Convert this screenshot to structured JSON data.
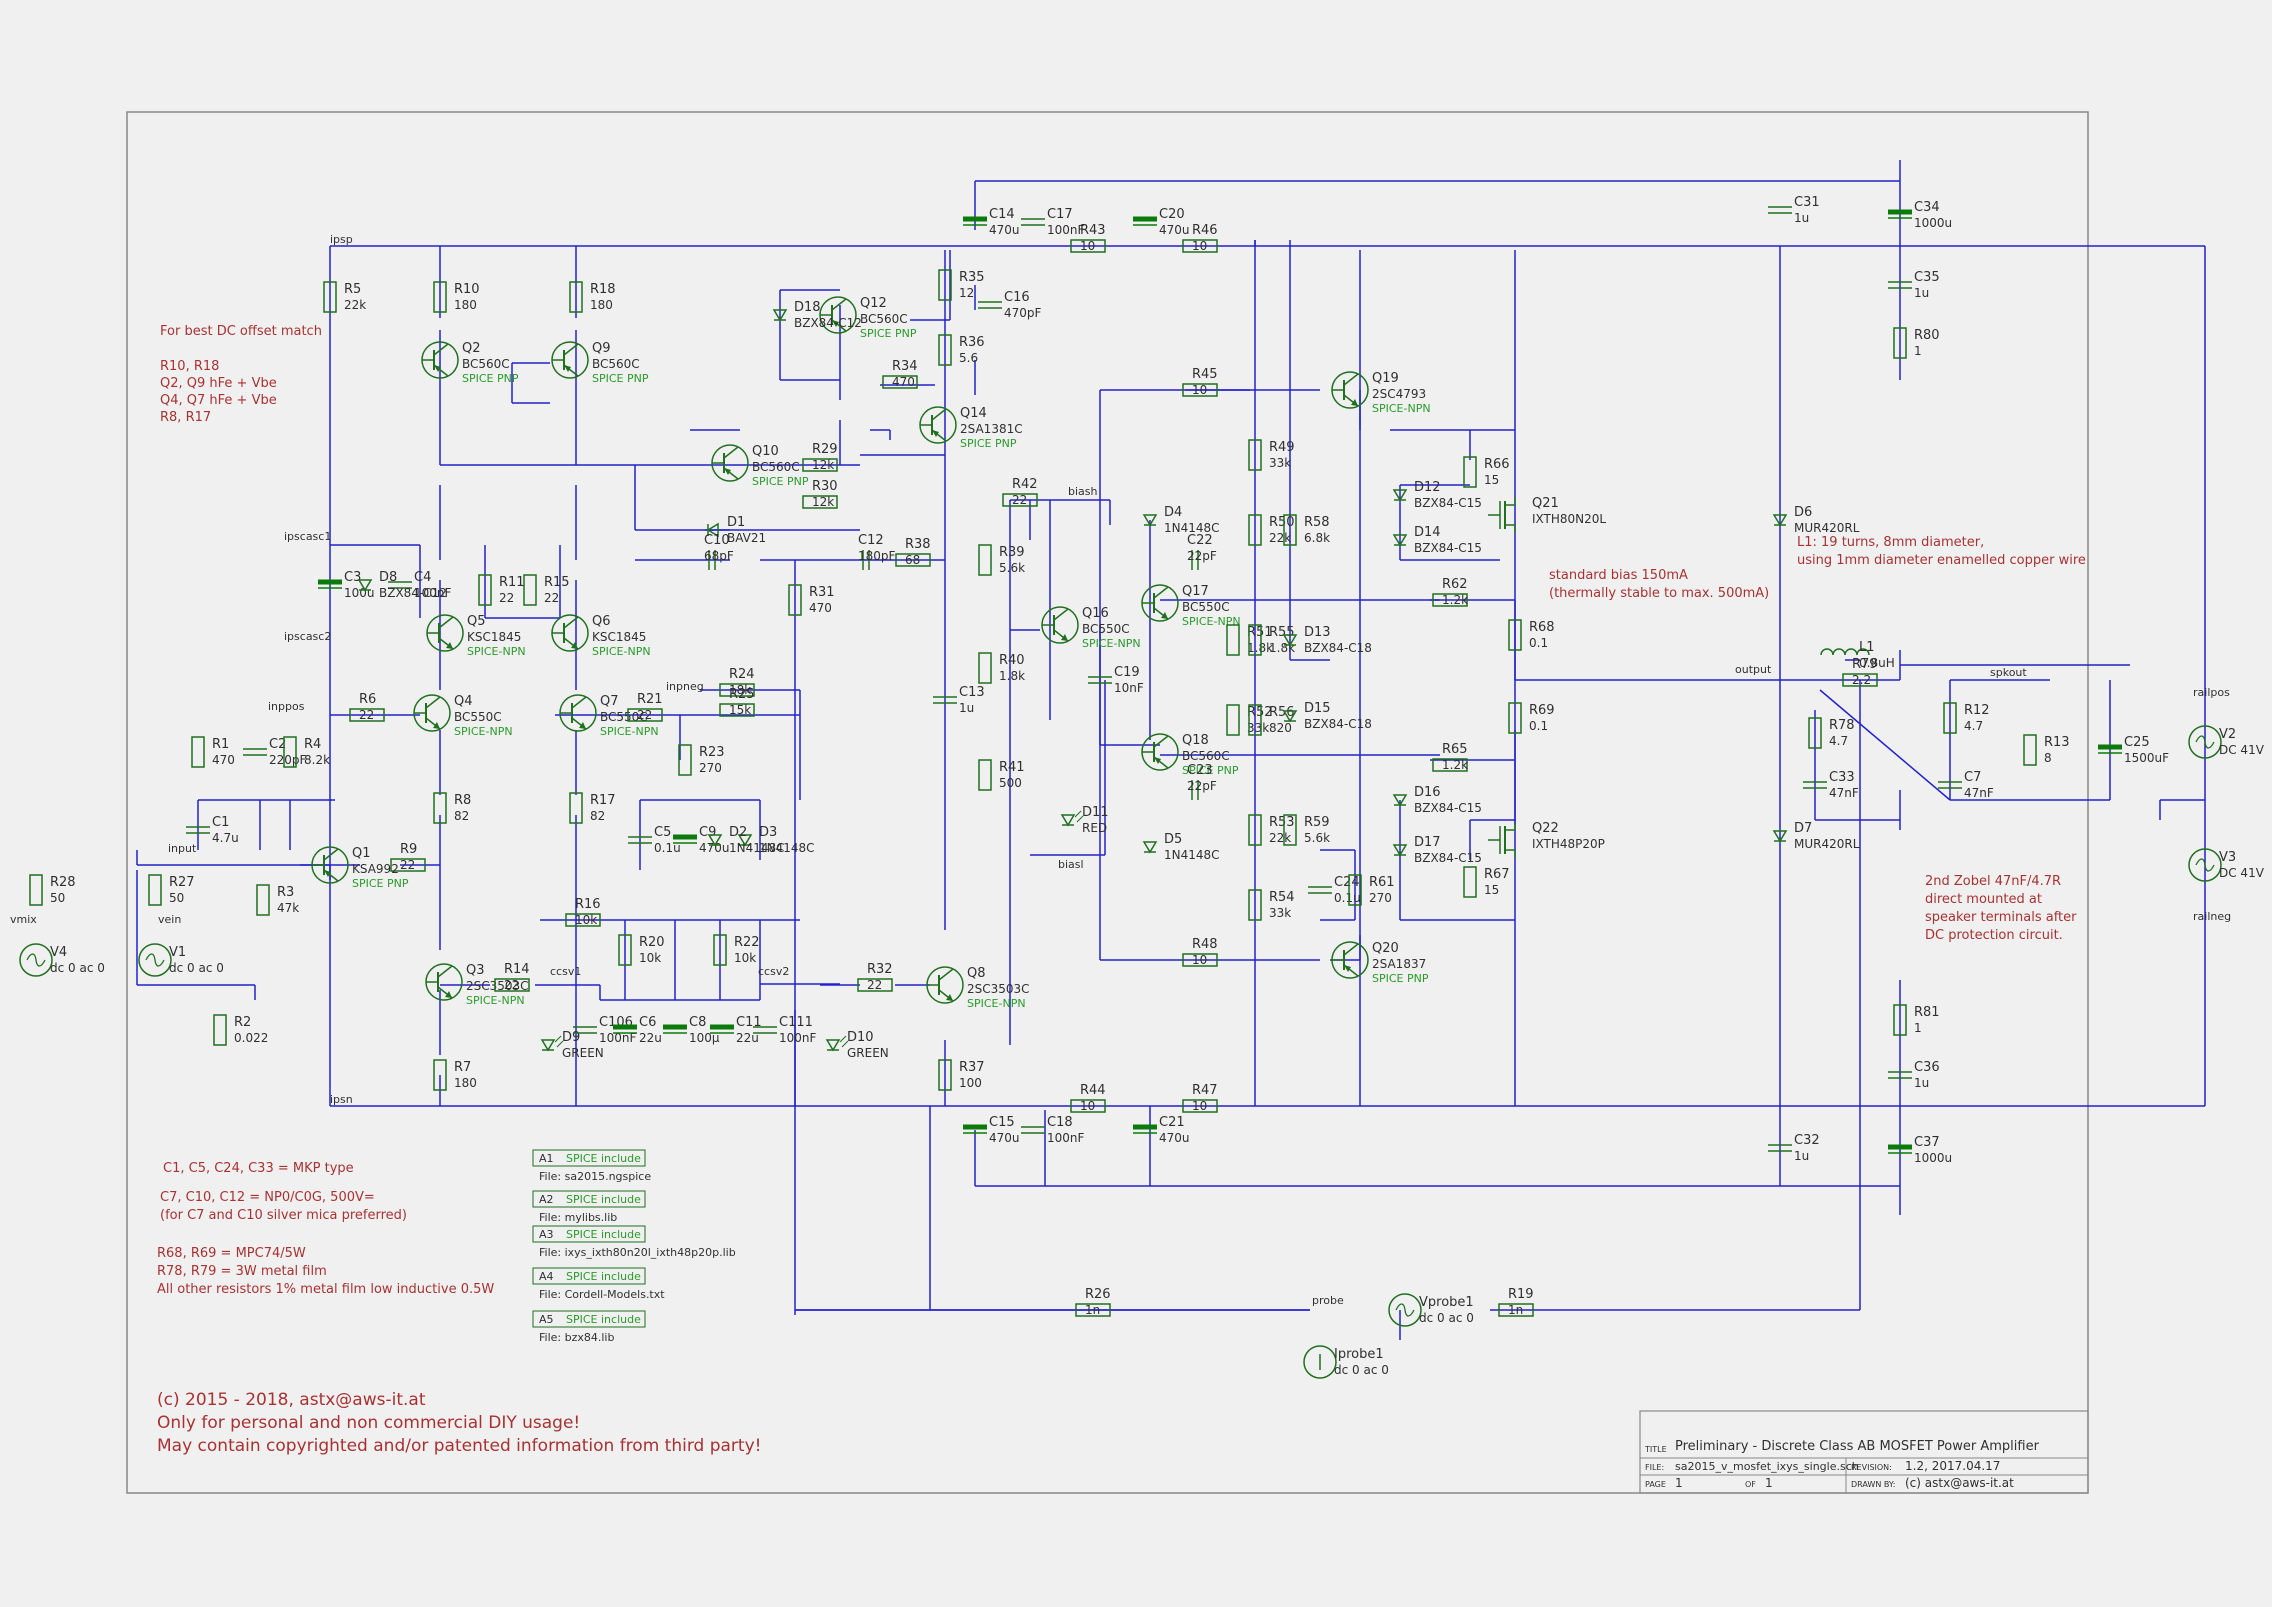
{
  "colors": {
    "background": "#f0f0f0",
    "wire": "#2222cc",
    "component": "#207020",
    "label": "#303030",
    "note": "#a83232",
    "spice": "#2a9a2a",
    "frame": "#888888"
  },
  "net_labels": {
    "ipsp": "ipsp",
    "ipsn": "ipsn",
    "ipscasc1": "ipscasc1",
    "ipscasc2": "ipscasc2",
    "inppos": "inppos",
    "inpneg": "inpneg",
    "input": "input",
    "vein": "vein",
    "vmix": "vmix",
    "ccsv1": "ccsv1",
    "ccsv2": "ccsv2",
    "biash": "biash",
    "biasl": "biasl",
    "output": "output",
    "spkout": "spkout",
    "probe": "probe",
    "railpos": "railpos",
    "railneg": "railneg"
  },
  "components": [
    {
      "ref": "R5",
      "value": "22k"
    },
    {
      "ref": "R10",
      "value": "180"
    },
    {
      "ref": "R18",
      "value": "180"
    },
    {
      "ref": "Q2",
      "value": "BC560C",
      "model": "SPICE PNP"
    },
    {
      "ref": "Q9",
      "value": "BC560C",
      "model": "SPICE PNP"
    },
    {
      "ref": "C4",
      "value": "100nF"
    },
    {
      "ref": "C3",
      "value": "100u"
    },
    {
      "ref": "D8",
      "value": "BZX84-C12"
    },
    {
      "ref": "R11",
      "value": "22"
    },
    {
      "ref": "R15",
      "value": "22"
    },
    {
      "ref": "Q5",
      "value": "KSC1845",
      "model": "SPICE-NPN"
    },
    {
      "ref": "Q6",
      "value": "KSC1845",
      "model": "SPICE-NPN"
    },
    {
      "ref": "R6",
      "value": "22"
    },
    {
      "ref": "Q4",
      "value": "BC550C",
      "model": "SPICE-NPN"
    },
    {
      "ref": "Q7",
      "value": "BC550C",
      "model": "SPICE-NPN"
    },
    {
      "ref": "R21",
      "value": "22"
    },
    {
      "ref": "R24",
      "value": "18k"
    },
    {
      "ref": "R25",
      "value": "15k"
    },
    {
      "ref": "R23",
      "value": "270"
    },
    {
      "ref": "C9",
      "value": "470u"
    },
    {
      "ref": "D3",
      "value": "1N4148C"
    },
    {
      "ref": "D2",
      "value": "1N4148C"
    },
    {
      "ref": "C5",
      "value": "0.1u"
    },
    {
      "ref": "R1",
      "value": "470"
    },
    {
      "ref": "C2",
      "value": "220pF"
    },
    {
      "ref": "R4",
      "value": "8.2k"
    },
    {
      "ref": "C1",
      "value": "4.7u"
    },
    {
      "ref": "R8",
      "value": "82"
    },
    {
      "ref": "R17",
      "value": "82"
    },
    {
      "ref": "R9",
      "value": "22"
    },
    {
      "ref": "Q1",
      "value": "KSA992",
      "model": "SPICE PNP"
    },
    {
      "ref": "R3",
      "value": "47k"
    },
    {
      "ref": "R28",
      "value": "50"
    },
    {
      "ref": "R27",
      "value": "50"
    },
    {
      "ref": "V4",
      "value": "dc 0 ac 0"
    },
    {
      "ref": "V1",
      "value": "dc 0 ac 0"
    },
    {
      "ref": "R2",
      "value": "0.022"
    },
    {
      "ref": "R16",
      "value": "10k"
    },
    {
      "ref": "R20",
      "value": "10k"
    },
    {
      "ref": "R22",
      "value": "10k"
    },
    {
      "ref": "Q3",
      "value": "2SC3503C",
      "model": "SPICE-NPN"
    },
    {
      "ref": "R14",
      "value": "22"
    },
    {
      "ref": "R7",
      "value": "180"
    },
    {
      "ref": "D9",
      "value": "GREEN"
    },
    {
      "ref": "C106",
      "value": "100nF"
    },
    {
      "ref": "C6",
      "value": "22u"
    },
    {
      "ref": "C8",
      "value": "100µ"
    },
    {
      "ref": "C11",
      "value": "22u"
    },
    {
      "ref": "C111",
      "value": "100nF"
    },
    {
      "ref": "D10",
      "value": "GREEN"
    },
    {
      "ref": "R32",
      "value": "22"
    },
    {
      "ref": "Q8",
      "value": "2SC3503C",
      "model": "SPICE-NPN"
    },
    {
      "ref": "R37",
      "value": "100"
    },
    {
      "ref": "C14",
      "value": "470u"
    },
    {
      "ref": "C17",
      "value": "100nF"
    },
    {
      "ref": "C20",
      "value": "470u"
    },
    {
      "ref": "R43",
      "value": "10"
    },
    {
      "ref": "R46",
      "value": "10"
    },
    {
      "ref": "R35",
      "value": "12"
    },
    {
      "ref": "C16",
      "value": "470pF"
    },
    {
      "ref": "R36",
      "value": "5.6"
    },
    {
      "ref": "Q12",
      "value": "BC560C",
      "model": "SPICE PNP"
    },
    {
      "ref": "D18",
      "value": "BZX84-C12"
    },
    {
      "ref": "R34",
      "value": "470"
    },
    {
      "ref": "Q14",
      "value": "2SA1381C",
      "model": "SPICE PNP"
    },
    {
      "ref": "Q10",
      "value": "BC560C",
      "model": "SPICE PNP"
    },
    {
      "ref": "R29",
      "value": "12k"
    },
    {
      "ref": "R30",
      "value": "12k"
    },
    {
      "ref": "D1",
      "value": "BAV21"
    },
    {
      "ref": "C10",
      "value": "68pF"
    },
    {
      "ref": "C12",
      "value": "180pF"
    },
    {
      "ref": "R38",
      "value": "68"
    },
    {
      "ref": "R31",
      "value": "470"
    },
    {
      "ref": "R42",
      "value": "22"
    },
    {
      "ref": "R39",
      "value": "5.6k"
    },
    {
      "ref": "R40",
      "value": "1.8k"
    },
    {
      "ref": "R41",
      "value": "500"
    },
    {
      "ref": "C13",
      "value": "1u"
    },
    {
      "ref": "Q16",
      "value": "BC550C",
      "model": "SPICE-NPN"
    },
    {
      "ref": "C19",
      "value": "10nF"
    },
    {
      "ref": "D11",
      "value": "RED"
    },
    {
      "ref": "R45",
      "value": "10"
    },
    {
      "ref": "R49",
      "value": "33k"
    },
    {
      "ref": "R50",
      "value": "22k"
    },
    {
      "ref": "R58",
      "value": "6.8k"
    },
    {
      "ref": "D4",
      "value": "1N4148C"
    },
    {
      "ref": "C22",
      "value": "22pF"
    },
    {
      "ref": "Q17",
      "value": "BC550C",
      "model": "SPICE-NPN"
    },
    {
      "ref": "R51",
      "value": "1.8k"
    },
    {
      "ref": "R55",
      "value": "1.8k"
    },
    {
      "ref": "D13",
      "value": "BZX84-C18"
    },
    {
      "ref": "R52",
      "value": "33k"
    },
    {
      "ref": "R56",
      "value": "820"
    },
    {
      "ref": "D15",
      "value": "BZX84-C18"
    },
    {
      "ref": "Q18",
      "value": "BC560C",
      "model": "SPICE PNP"
    },
    {
      "ref": "C23",
      "value": "22pF"
    },
    {
      "ref": "D5",
      "value": "1N4148C"
    },
    {
      "ref": "R53",
      "value": "22k"
    },
    {
      "ref": "R59",
      "value": "5.6k"
    },
    {
      "ref": "C24",
      "value": "0.1u"
    },
    {
      "ref": "R61",
      "value": "270"
    },
    {
      "ref": "R54",
      "value": "33k"
    },
    {
      "ref": "R48",
      "value": "10"
    },
    {
      "ref": "Q19",
      "value": "2SC4793",
      "model": "SPICE-NPN"
    },
    {
      "ref": "Q20",
      "value": "2SA1837",
      "model": "SPICE PNP"
    },
    {
      "ref": "R66",
      "value": "15"
    },
    {
      "ref": "Q21",
      "value": "IXTH80N20L"
    },
    {
      "ref": "D12",
      "value": "BZX84-C15"
    },
    {
      "ref": "D14",
      "value": "BZX84-C15"
    },
    {
      "ref": "R62",
      "value": "1.2k"
    },
    {
      "ref": "R68",
      "value": "0.1"
    },
    {
      "ref": "R69",
      "value": "0.1"
    },
    {
      "ref": "R65",
      "value": "1.2k"
    },
    {
      "ref": "D16",
      "value": "BZX84-C15"
    },
    {
      "ref": "D17",
      "value": "BZX84-C15"
    },
    {
      "ref": "Q22",
      "value": "IXTH48P20P"
    },
    {
      "ref": "R67",
      "value": "15"
    },
    {
      "ref": "C31",
      "value": "1u"
    },
    {
      "ref": "C34",
      "value": "1000u"
    },
    {
      "ref": "C35",
      "value": "1u"
    },
    {
      "ref": "R80",
      "value": "1"
    },
    {
      "ref": "D6",
      "value": "MUR420RL"
    },
    {
      "ref": "D7",
      "value": "MUR420RL"
    },
    {
      "ref": "L1",
      "value": "0.8uH"
    },
    {
      "ref": "R79",
      "value": "2.2"
    },
    {
      "ref": "R78",
      "value": "4.7"
    },
    {
      "ref": "C33",
      "value": "47nF"
    },
    {
      "ref": "R12",
      "value": "4.7"
    },
    {
      "ref": "C7",
      "value": "47nF"
    },
    {
      "ref": "R13",
      "value": "8"
    },
    {
      "ref": "C25",
      "value": "1500uF"
    },
    {
      "ref": "V2",
      "value": "DC 41V"
    },
    {
      "ref": "V3",
      "value": "DC 41V"
    },
    {
      "ref": "R81",
      "value": "1"
    },
    {
      "ref": "C36",
      "value": "1u"
    },
    {
      "ref": "C37",
      "value": "1000u"
    },
    {
      "ref": "C32",
      "value": "1u"
    },
    {
      "ref": "C15",
      "value": "470u"
    },
    {
      "ref": "C18",
      "value": "100nF"
    },
    {
      "ref": "C21",
      "value": "470u"
    },
    {
      "ref": "R44",
      "value": "10"
    },
    {
      "ref": "R47",
      "value": "10"
    },
    {
      "ref": "R26",
      "value": "1n"
    },
    {
      "ref": "R19",
      "value": "1n"
    },
    {
      "ref": "Vprobe1",
      "value": "dc 0 ac 0"
    },
    {
      "ref": "Iprobe1",
      "value": "dc 0 ac 0"
    }
  ],
  "notes": {
    "offset_title": "For best DC offset match",
    "offset_lines": [
      "R10, R18",
      "Q2, Q9 hFe + Vbe",
      "Q4, Q7 hFe + Vbe",
      "R8, R17"
    ],
    "bias": [
      "standard bias 150mA",
      "(thermally stable to max. 500mA)"
    ],
    "inductor": [
      "L1: 19 turns, 8mm diameter,",
      "using 1mm diameter enamelled copper wire"
    ],
    "zobel": [
      "2nd Zobel 47nF/4.7R",
      "direct mounted at",
      "speaker terminals after",
      "DC protection circuit."
    ],
    "parts": [
      "C1, C5, C24, C33 = MKP type",
      "",
      "C7, C10, C12 = NP0/C0G, 500V=",
      "(for C7 and C10 silver mica preferred)",
      "",
      "R68, R69 = MPC74/5W",
      "R78, R79 = 3W metal film",
      "All other resistors 1% metal film low inductive 0.5W"
    ],
    "copyright": [
      "(c) 2015 - 2018, astx@aws-it.at",
      "Only for personal and non commercial DIY usage!",
      "May contain copyrighted and/or patented information from third party!"
    ]
  },
  "spice_includes": [
    {
      "ref": "A1",
      "label": "SPICE include",
      "file": "File: sa2015.ngspice"
    },
    {
      "ref": "A2",
      "label": "SPICE include",
      "file": "File: mylibs.lib"
    },
    {
      "ref": "A3",
      "label": "SPICE include",
      "file": "File: ixys_ixth80n20l_ixth48p20p.lib"
    },
    {
      "ref": "A4",
      "label": "SPICE include",
      "file": "File: Cordell-Models.txt"
    },
    {
      "ref": "A5",
      "label": "SPICE include",
      "file": "File: bzx84.lib"
    }
  ],
  "title_block": {
    "title_key": "TITLE",
    "title": "Preliminary - Discrete Class AB MOSFET Power Amplifier",
    "file_key": "FILE:",
    "file": "sa2015_v_mosfet_ixys_single.sch",
    "revision_key": "REVISION:",
    "revision": "1.2, 2017.04.17",
    "page_key": "PAGE",
    "page": "1",
    "of_key": "OF",
    "of": "1",
    "drawn_key": "DRAWN BY:",
    "drawn": "(c) astx@aws-it.at"
  }
}
